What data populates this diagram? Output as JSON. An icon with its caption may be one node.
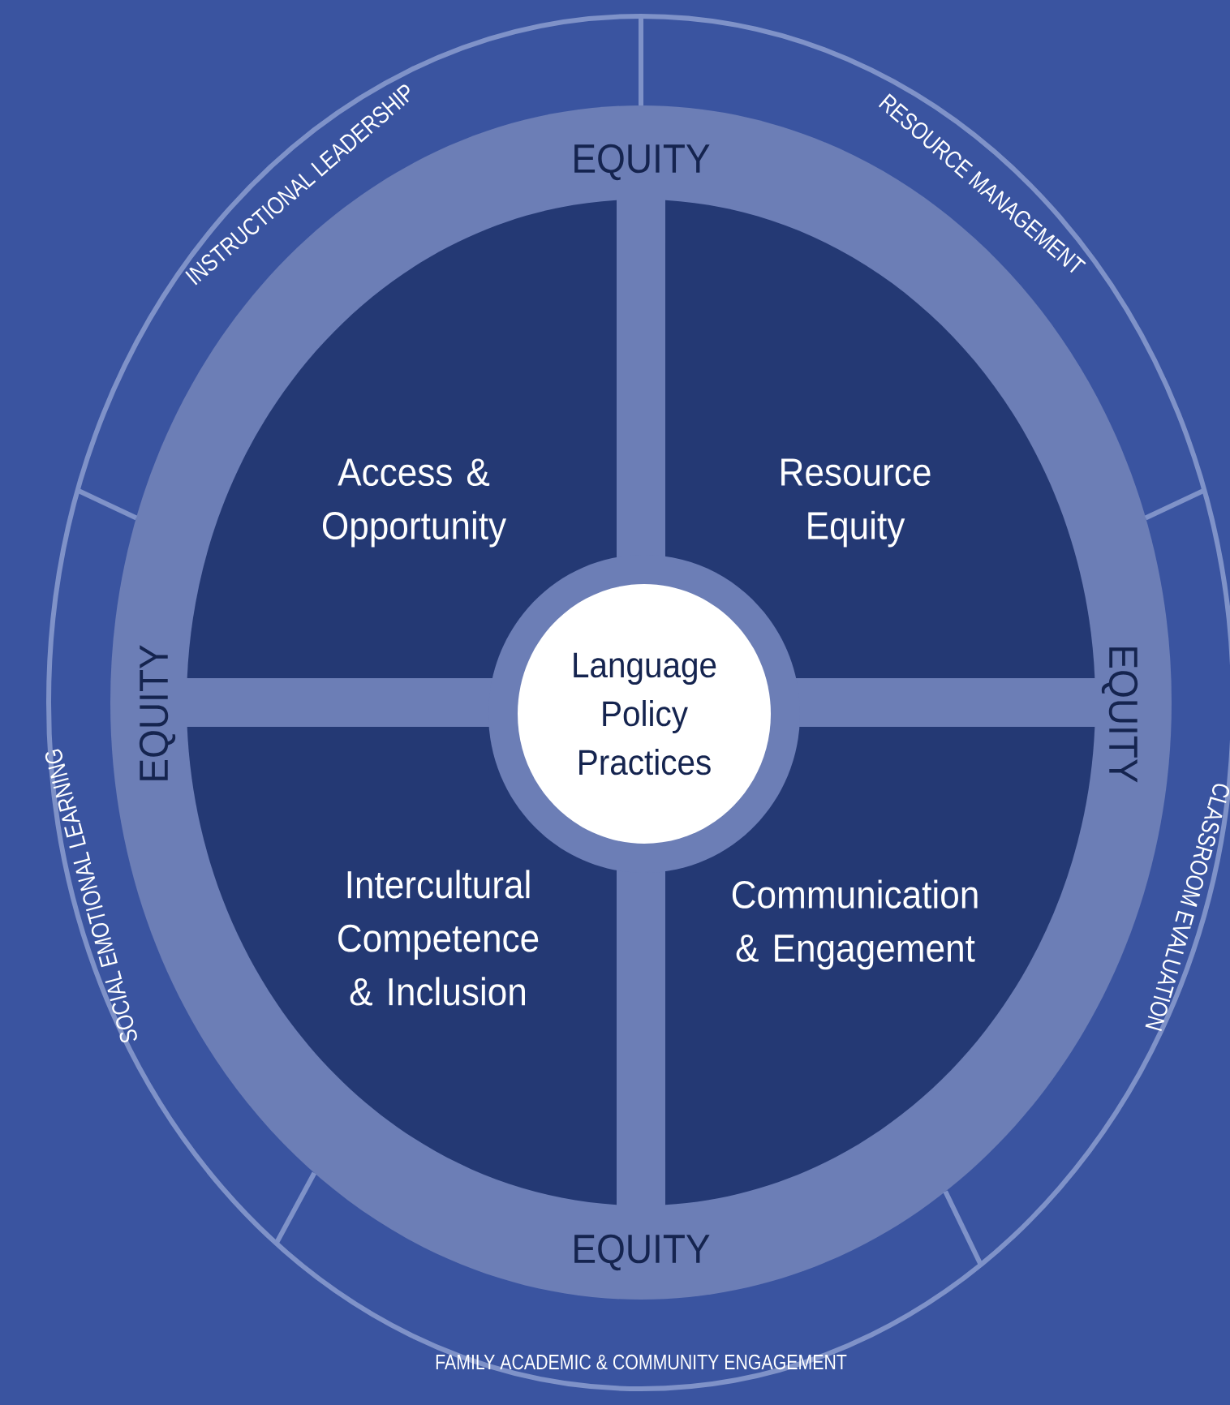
{
  "diagram": {
    "nodes": [
      {
        "text": [
          "INSTRUCTIONAL LEADERSHIP"
        ]
      },
      {
        "text": [
          "RESOURCE MANAGEMENT"
        ]
      },
      {
        "text": [
          "SOCIAL EMOTIONAL LEARNING"
        ]
      },
      {
        "text": [
          "CLASSROOM EVALUATION"
        ]
      },
      {
        "text": [
          "FAMILY ACADEMIC & COMMUNITY ENGAGEMENT"
        ]
      },
      {
        "text": [
          "EQUITY",
          "EQUITY",
          "EQUITY",
          "EQUITY"
        ]
      },
      {
        "text": [
          "Access & Opportunity"
        ],
        "in": 5
      },
      {
        "text": [
          "Resource Equity"
        ],
        "in": 5
      },
      {
        "text": [
          "Intercultural Competence & Inclusion"
        ],
        "in": 5
      },
      {
        "text": [
          "Communication & Engagement"
        ],
        "in": 5
      },
      {
        "text": [
          "Language Policy Practices"
        ],
        "in": 5
      }
    ]
  }
}
